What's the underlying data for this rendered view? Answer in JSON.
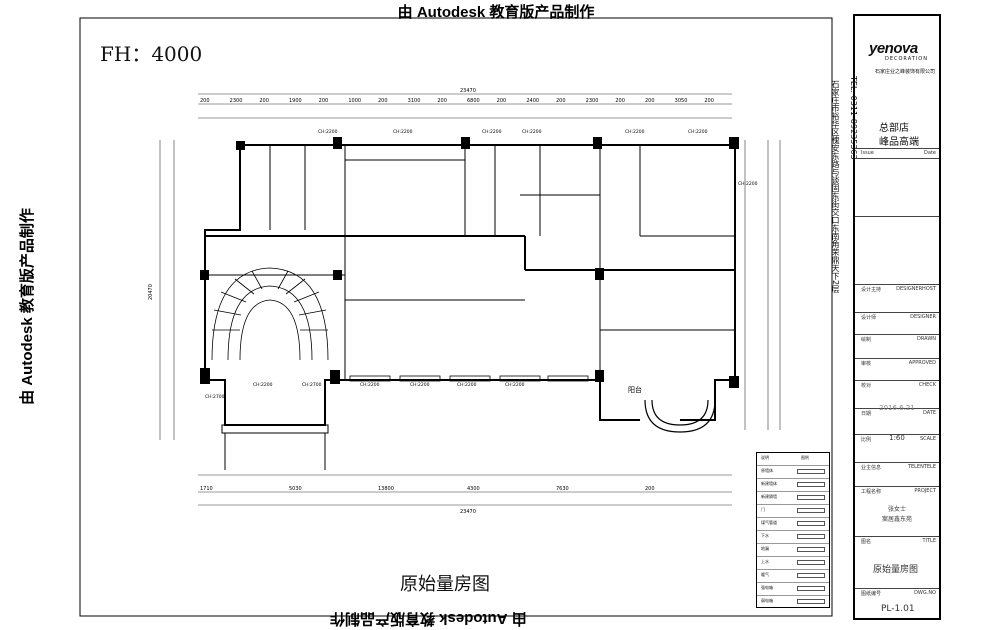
{
  "watermark": "由 Autodesk 教育版产品制作",
  "floor_height": "FH：4000",
  "plan_title": "原始量房图",
  "total_width": "23470",
  "total_height": "20470",
  "top_dims": [
    "200",
    "2300",
    "200",
    "1900",
    "200",
    "1000",
    "200",
    "3100",
    "200",
    "6800",
    "200",
    "2400",
    "200",
    "2300",
    "200",
    "200",
    "3050",
    "200"
  ],
  "bottom_dims": [
    "1710",
    "5030",
    "13800",
    "4300",
    "7630",
    "200"
  ],
  "openings": [
    "CH:2200",
    "CH:2200",
    "CH:2200",
    "CH:2200",
    "CH:2200",
    "CH:2200",
    "CH:2700",
    "CH:2200",
    "CH:2700",
    "CH:2200",
    "CH:2200",
    "CH:2200",
    "CH:2200",
    "CH:2200"
  ],
  "room_label": "阳台",
  "title_block": {
    "logo": "yenova",
    "logo_sub": "DECORATION",
    "company": "石家庄业之峰装饰有限公司",
    "phone_vertical": "TEL: 0311-89235363",
    "branch": "总部店",
    "branch2": "峰品高端",
    "issue": "Issue",
    "date": "Date",
    "rows": [
      {
        "cn": "设计主持",
        "en": "DESIGNERHOST"
      },
      {
        "cn": "设计师",
        "en": "DESIGNER"
      },
      {
        "cn": "绘制",
        "en": "DRAWN"
      },
      {
        "cn": "审核",
        "en": "APPROVED"
      },
      {
        "cn": "校对",
        "en": "CHECK"
      },
      {
        "cn": "日期",
        "en": "DATE"
      },
      {
        "cn": "比例",
        "en": "SCALE"
      },
      {
        "cn": "业主信息",
        "en": "TELENTELE"
      },
      {
        "cn": "工程名称",
        "en": "PROJECT"
      },
      {
        "cn": "图名",
        "en": "TITLE"
      },
      {
        "cn": "图纸编号",
        "en": "DWG.NO"
      }
    ],
    "date_value": "2016.6.21",
    "scale_value": "1:60",
    "owner": "张女士",
    "project": "案居鑫东苑",
    "title_value": "原始量房图",
    "dwg_no": "PL-1.01",
    "address_vertical": "石家庄市裕华区槐安东路与谈固东街交口东南角荣鼎天下2层"
  },
  "legend": {
    "title": "说明",
    "col2": "图例",
    "rows": [
      "原墙体",
      "新建墙体",
      "新建隔墙",
      "门",
      "煤气管道",
      "下水",
      "地漏",
      "上水",
      "暖气",
      "强电箱",
      "弱电箱"
    ]
  },
  "colors": {
    "line": "#000000",
    "thin": "#555555",
    "column": "#000000"
  }
}
